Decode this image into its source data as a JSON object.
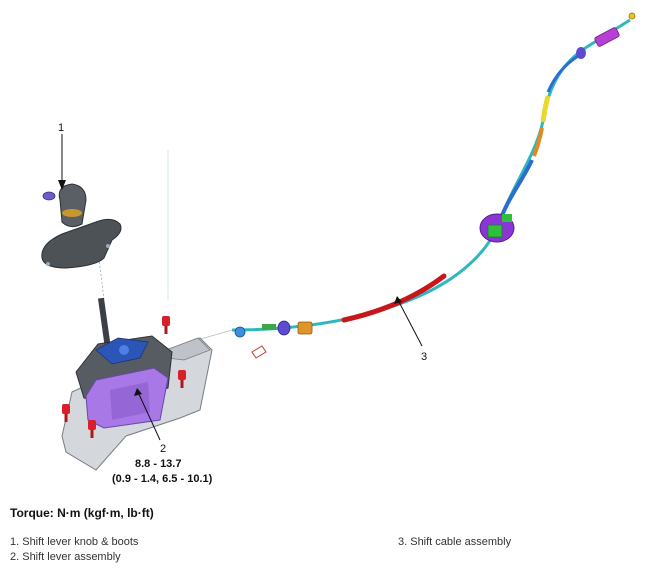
{
  "callouts": {
    "c1": "1",
    "c2": "2",
    "c3": "3"
  },
  "torque_spec": {
    "line1": "8.8 - 13.7",
    "line2": "(0.9 - 1.4, 6.5 - 10.1)"
  },
  "torque_title": "Torque: N·m (kgf·m, lb·ft)",
  "legend": {
    "item1": "1. Shift lever knob & boots",
    "item2": "2. Shift lever assembly",
    "item3": "3. Shift cable assembly"
  }
}
